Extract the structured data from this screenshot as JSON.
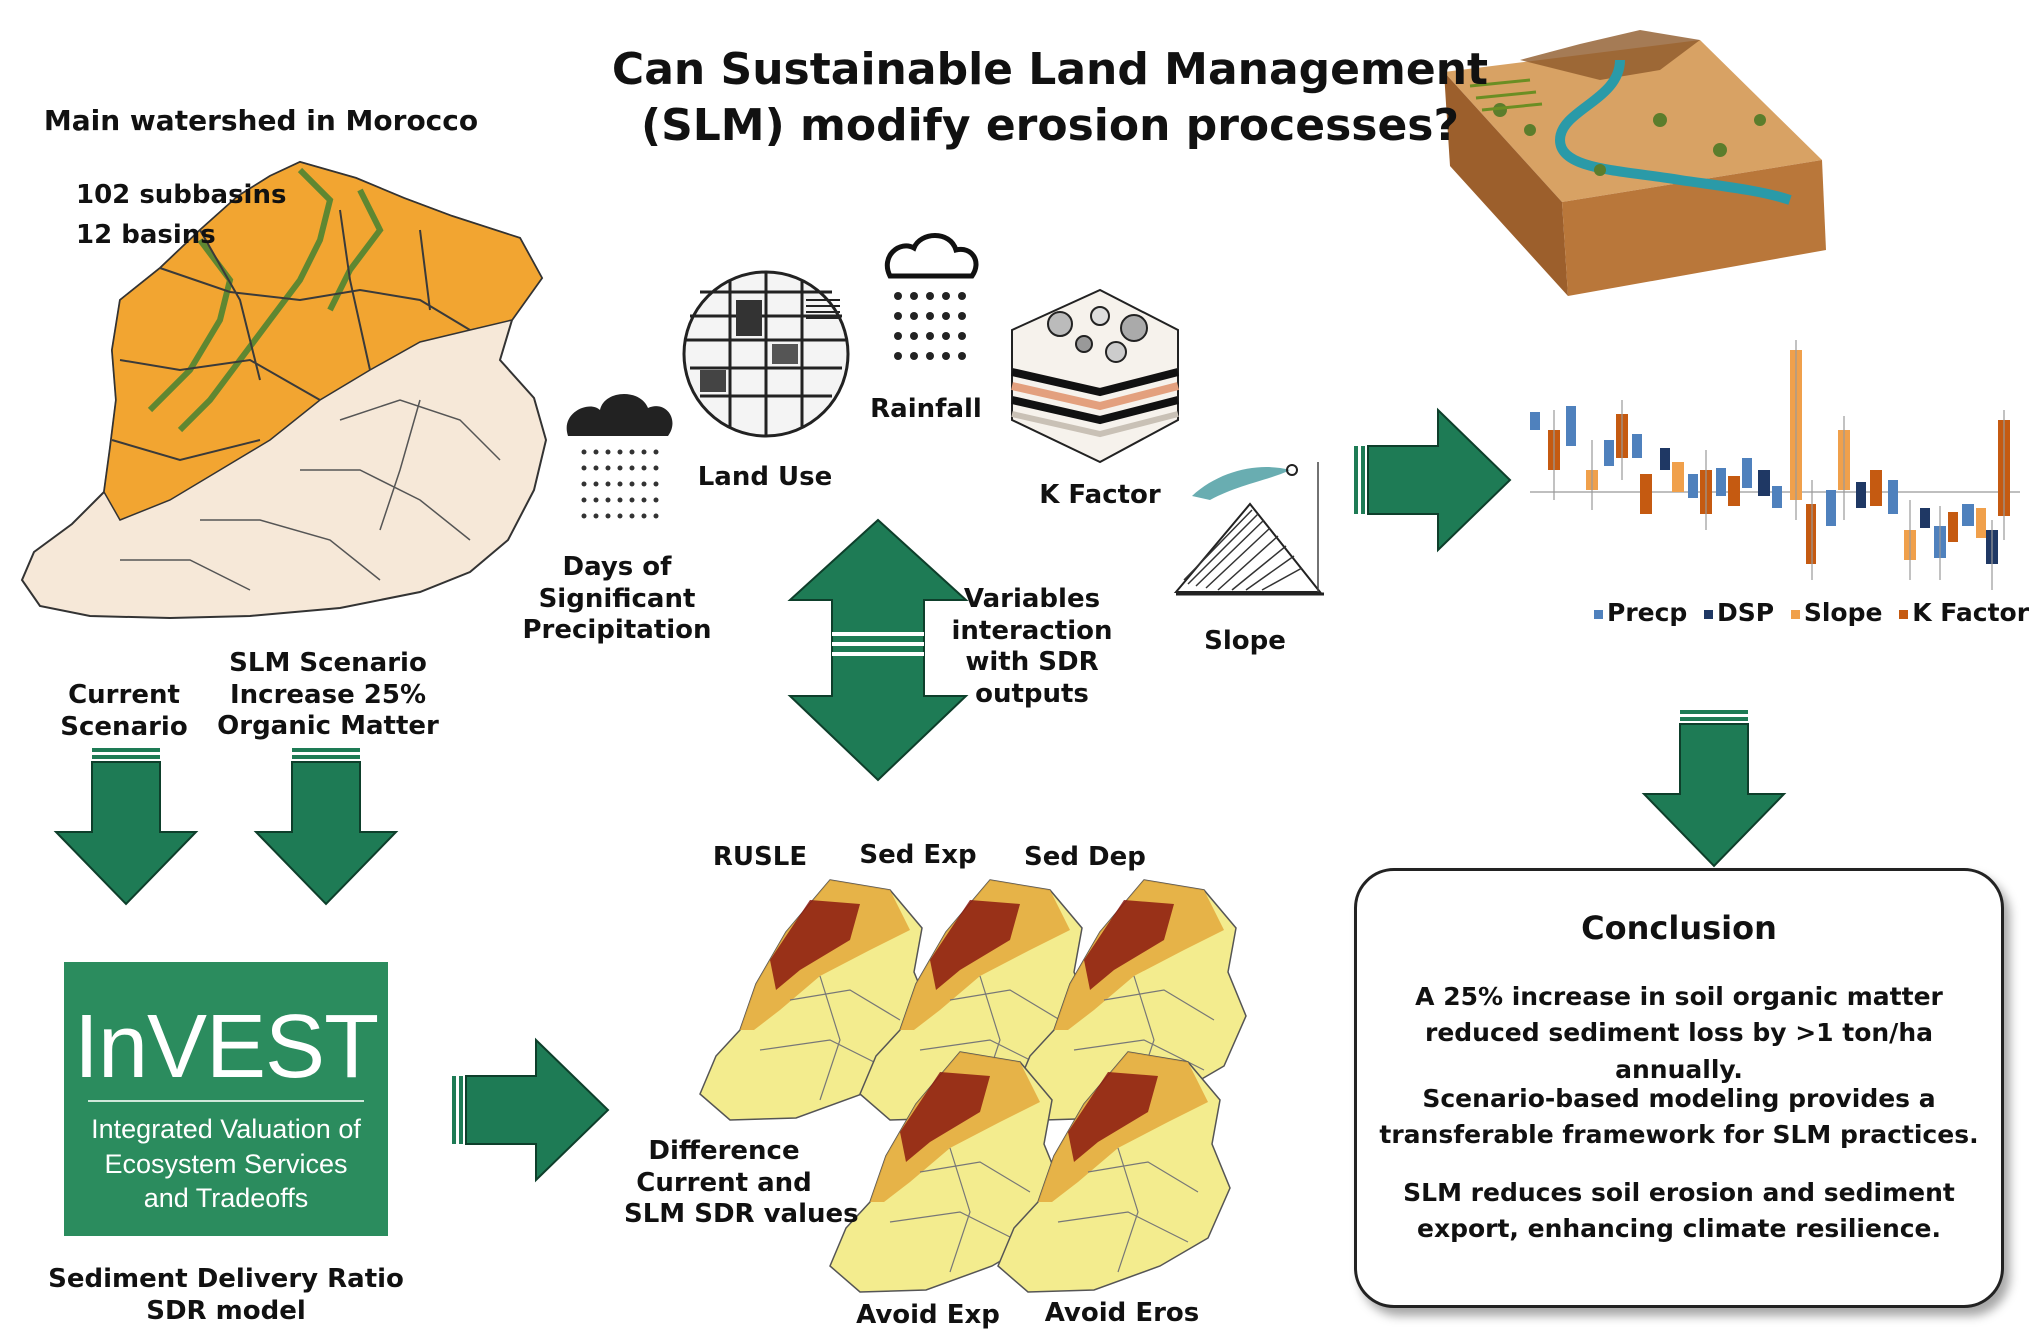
{
  "title": {
    "line1": "Can Sustainable Land Management",
    "line2": "(SLM) modify erosion processes?"
  },
  "watershed": {
    "heading": "Main watershed in Morocco",
    "subbasins": "102 subbasins",
    "basins": "12 basins"
  },
  "scenarios": {
    "current": {
      "line1": "Current",
      "line2": "Scenario"
    },
    "slm": {
      "line1": "SLM Scenario",
      "line2": "Increase 25%",
      "line3": "Organic Matter"
    }
  },
  "invest": {
    "logo": "InVEST",
    "sub_line1": "Integrated Valuation of",
    "sub_line2": "Ecosystem Services",
    "sub_line3": "and Tradeoffs"
  },
  "sdr": {
    "line1": "Sediment Delivery Ratio",
    "line2": "SDR model"
  },
  "variables": {
    "days": {
      "line1": "Days of",
      "line2": "Significant",
      "line3": "Precipitation"
    },
    "land_use": "Land Use",
    "rainfall": "Rainfall",
    "k_factor": "K Factor",
    "slope": "Slope"
  },
  "interaction": {
    "line1": "Variables",
    "line2": "interaction",
    "line3": "with SDR",
    "line4": "outputs"
  },
  "outputs": {
    "rusle": "RUSLE",
    "sed_exp": "Sed Exp",
    "sed_dep": "Sed Dep",
    "avoid_exp": "Avoid Exp",
    "avoid_eros": "Avoid Eros",
    "difference": {
      "line1": "Difference",
      "line2": "Current and",
      "line3": "SLM SDR values"
    }
  },
  "chart_legend": {
    "items": [
      {
        "label": "Precp",
        "color": "#4f81bd"
      },
      {
        "label": "DSP",
        "color": "#1f3864"
      },
      {
        "label": "Slope",
        "color": "#f0a04b"
      },
      {
        "label": "K Factor",
        "color": "#c55a11"
      }
    ]
  },
  "conclusion": {
    "heading": "Conclusion",
    "p1_line1": "A 25% increase in soil organic matter",
    "p1_line2": "reduced sediment loss by >1 ton/ha annually.",
    "p2_line1": "Scenario-based modeling provides a",
    "p2_line2": "transferable framework for SLM practices.",
    "p3_line1": "SLM reduces soil erosion and sediment",
    "p3_line2": "export, enhancing climate resilience."
  },
  "colors": {
    "arrow": "#1e7b55",
    "map_yellow": "#f3ec8e",
    "map_orange": "#f2a531",
    "map_red": "#8b1a10",
    "invest_green": "#2b8c5e"
  }
}
